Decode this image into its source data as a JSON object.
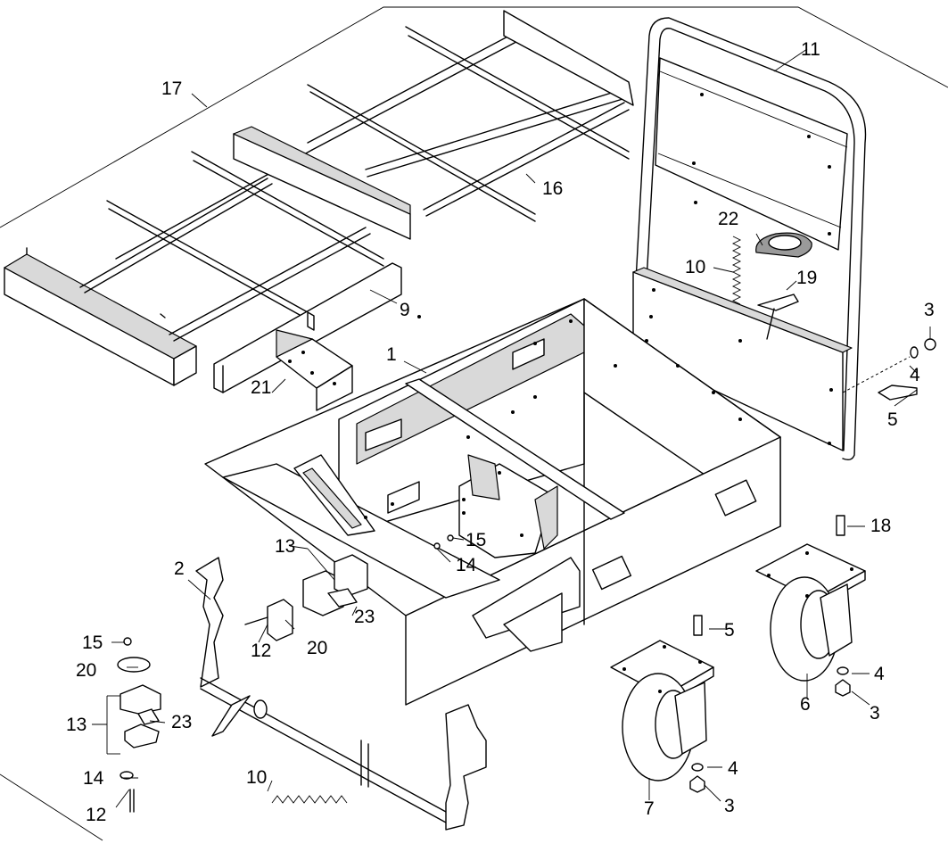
{
  "labels": {
    "l1": "1",
    "l2": "2",
    "l3a": "3",
    "l3b": "3",
    "l3c": "3",
    "l4a": "4",
    "l4b": "4",
    "l4c": "4",
    "l5a": "5",
    "l5b": "5",
    "l6": "6",
    "l7": "7",
    "l9": "9",
    "l10a": "10",
    "l10b": "10",
    "l11": "11",
    "l12a": "12",
    "l12b": "12",
    "l13a": "13",
    "l13b": "13",
    "l14a": "14",
    "l14b": "14",
    "l15a": "15",
    "l15b": "15",
    "l16": "16",
    "l17": "17",
    "l18": "18",
    "l19": "19",
    "l20a": "20",
    "l20b": "20",
    "l21": "21",
    "l22": "22",
    "l23a": "23",
    "l23b": "23"
  }
}
